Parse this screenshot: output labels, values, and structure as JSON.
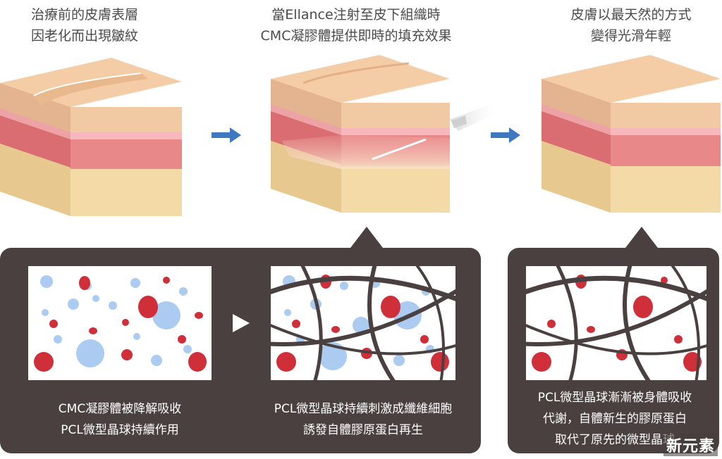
{
  "top_captions": [
    {
      "line1": "治療前的皮膚表層",
      "line2": "因老化而出現皺紋"
    },
    {
      "line1": "當Ellance注射至皮下組織時",
      "line2": "CMC凝膠體提供即時的填充效果"
    },
    {
      "line1": "皮膚以最天然的方式",
      "line2": "變得光滑年輕"
    }
  ],
  "panel_texts": [
    {
      "line1": "CMC凝膠體被降解吸收",
      "line2": "PCL微型晶球持續作用"
    },
    {
      "line1": "PCL微型晶球持續刺激成纖維細胞",
      "line2": "誘發自體膠原蛋白再生"
    },
    {
      "line1": "PCL微型晶球漸漸被身體吸收",
      "line2": "代謝，自體新生的膠原蛋白",
      "line3": "取代了原先的微型晶球"
    }
  ],
  "watermark": "新元素",
  "colors": {
    "epidermis": "#f1c9a2",
    "dermis": "#e88889",
    "pink_band": "#f7b8bd",
    "fat": "#f3daa6",
    "panel_bg": "#4a4040",
    "arrow": "#3f78c0",
    "blue_sphere": "#abcbf0",
    "red_cell": "#cf2f38",
    "fiber": "#4a4040"
  }
}
